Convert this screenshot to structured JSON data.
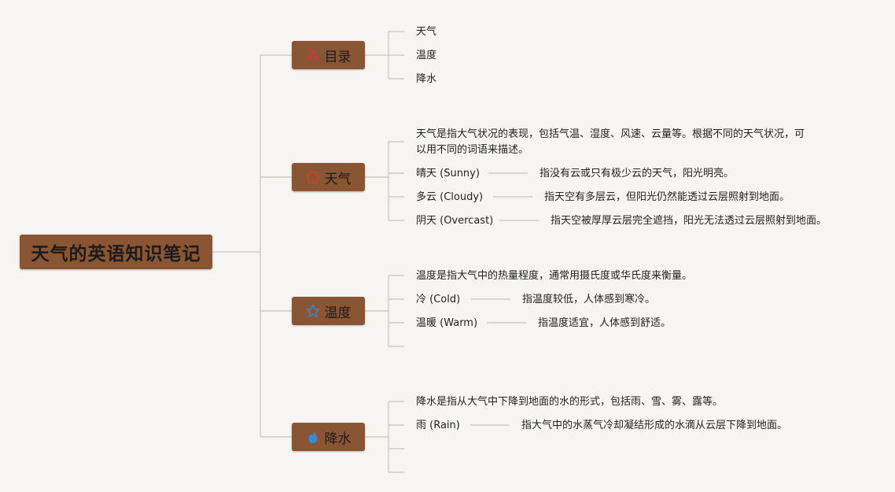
{
  "root": {
    "title": "天气的英语知识笔记"
  },
  "branches": [
    {
      "label": "目录",
      "icon": "triangle-dots-icon",
      "icon_color": "#d2334a",
      "items": [
        "天气",
        "温度",
        "降水"
      ]
    },
    {
      "label": "天气",
      "icon": "pentagon-star-icon",
      "icon_color": "#d0402a",
      "intro": "天气是指大气状况的表现，包括气温、湿度、风速、云量等。根据不同的天气状况，可以用不同的词语来描述。",
      "terms": [
        {
          "term": "晴天 (Sunny)",
          "desc": "指没有云或只有极少云的天气，阳光明亮。"
        },
        {
          "term": "多云 (Cloudy)",
          "desc": "指天空有多层云，但阳光仍然能透过云层照射到地面。"
        },
        {
          "term": "阴天 (Overcast)",
          "desc": "指天空被厚厚云层完全遮挡，阳光无法透过云层照射到地面。"
        }
      ]
    },
    {
      "label": "温度",
      "icon": "star-outline-icon",
      "icon_color": "#3a86c8",
      "intro": "温度是指大气中的热量程度，通常用摄氏度或华氏度来衡量。",
      "terms": [
        {
          "term": "冷 (Cold)",
          "desc": "指温度较低，人体感到寒冷。"
        },
        {
          "term": "温暖 (Warm)",
          "desc": "指温度适宜，人体感到舒适。"
        }
      ]
    },
    {
      "label": "降水",
      "icon": "flame-drop-icon",
      "icon_color": "#2f8fd8",
      "intro": "降水是指从大气中下降到地面的水的形式，包括雨、雪、雾、露等。",
      "terms": [
        {
          "term": "雨 (Rain)",
          "desc": "指大气中的水蒸气冷却凝结形成的水滴从云层下降到地面。"
        }
      ]
    }
  ],
  "colors": {
    "node": "#8a5532",
    "line": "#c9c4bd",
    "background": "#f7f5f2"
  }
}
